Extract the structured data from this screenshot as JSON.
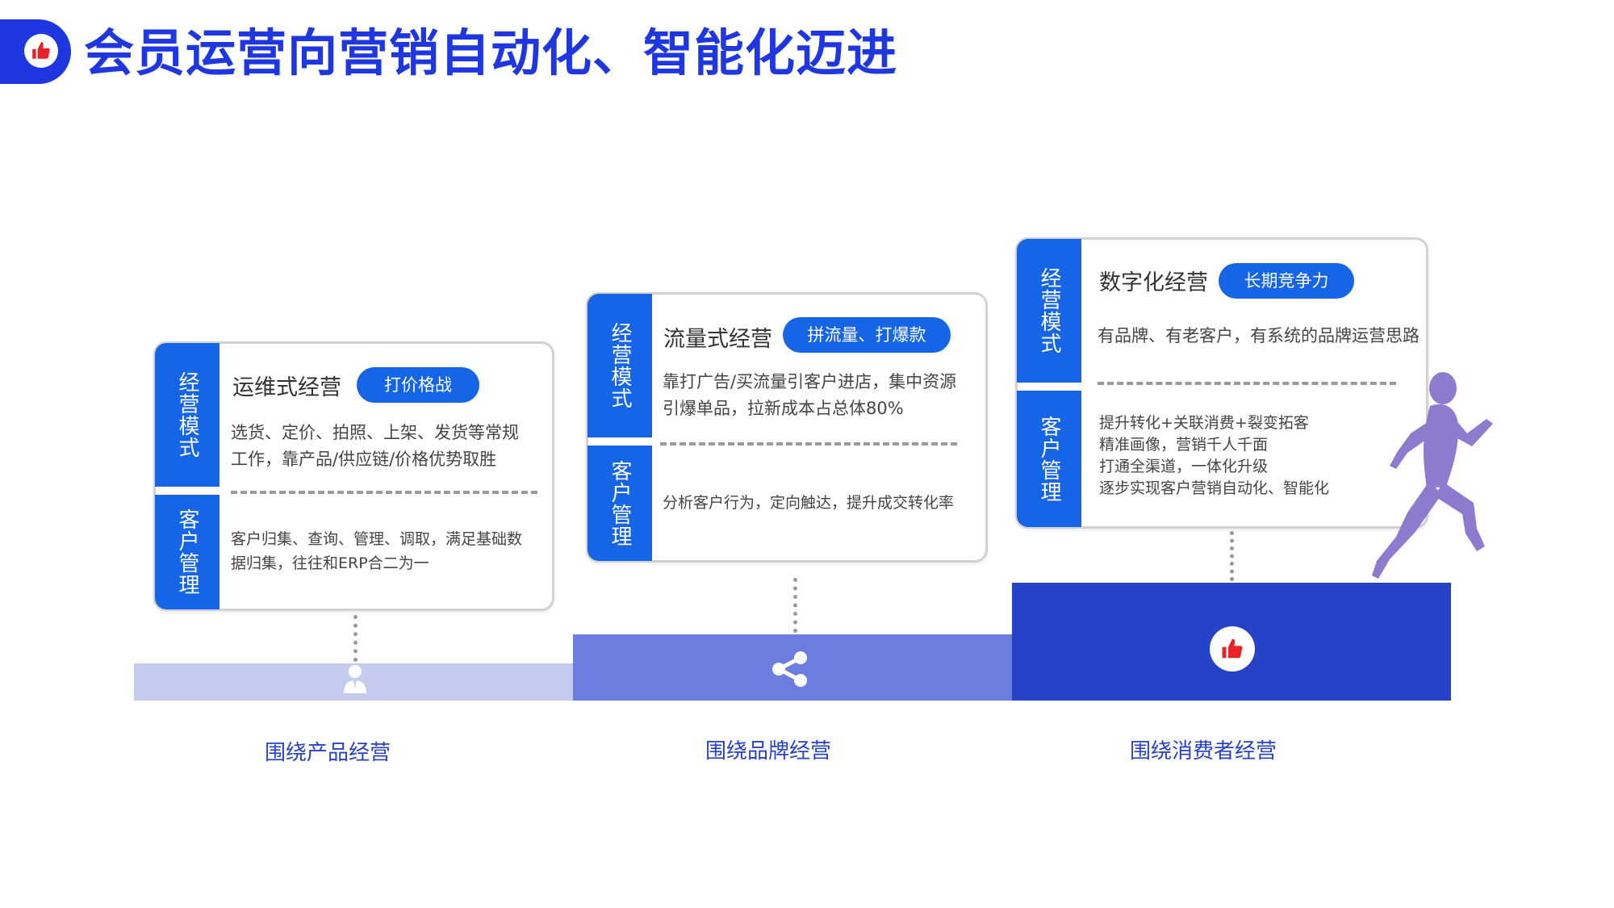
{
  "title": "会员运营向营销自动化、智能化迈进",
  "icons": {
    "header": "thumbs-up-icon",
    "step1": "user-icon",
    "step2": "share-icon",
    "step3": "thumbs-up-icon",
    "runner": "runner-silhouette"
  },
  "colors": {
    "primary": "#1e37e0",
    "label_blue": "#1565e6",
    "step1": "#c5cbee",
    "step2": "#6b7dde",
    "step3": "#2642c9",
    "runner": "#8e7bd0"
  },
  "stages": [
    {
      "mode_label": "经营模式",
      "mode_title": "运维式经营",
      "tag": "打价格战",
      "mode_desc": [
        "选货、定价、拍照、上架、发货等常规",
        "工作，靠产品/供应链/价格优势取胜"
      ],
      "cust_label": "客户管理",
      "cust_desc": [
        "客户归集、查询、管理、调取，满足基础数",
        "据归集，往往和ERP合二为一"
      ],
      "step_label": "围绕产品经营"
    },
    {
      "mode_label": "经营模式",
      "mode_title": "流量式经营",
      "tag": "拼流量、打爆款",
      "mode_desc": [
        "靠打广告/买流量引客户进店，集中资源",
        "引爆单品，拉新成本占总体80%"
      ],
      "cust_label": "客户管理",
      "cust_desc": [
        "分析客户行为，定向触达，提升成交转化率"
      ],
      "step_label": "围绕品牌经营"
    },
    {
      "mode_label": "经营模式",
      "mode_title": "数字化经营",
      "tag": "长期竞争力",
      "mode_desc": [
        "有品牌、有老客户，有系统的品牌运营思路"
      ],
      "cust_label": "客户管理",
      "cust_desc": [
        "提升转化+关联消费+裂变拓客",
        "精准画像，营销千人千面",
        "打通全渠道，一体化升级",
        "逐步实现客户营销自动化、智能化"
      ],
      "step_label": "围绕消费者经营"
    }
  ]
}
